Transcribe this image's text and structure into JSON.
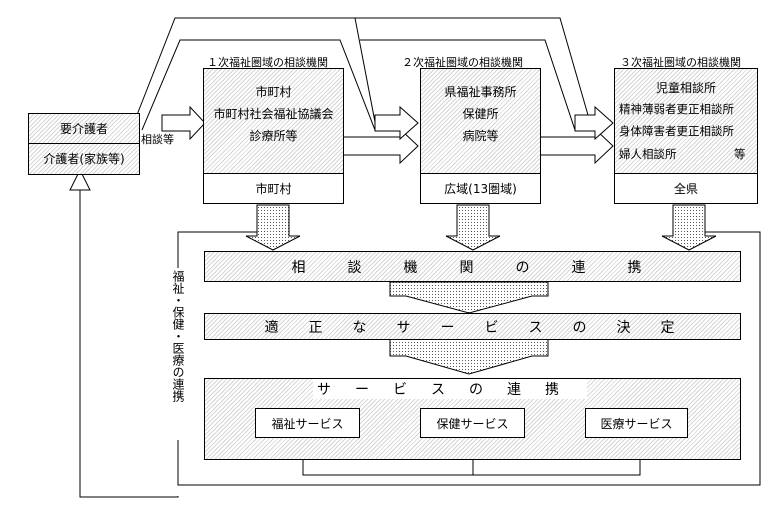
{
  "client": {
    "top": "要介護者",
    "bottom": "介護者(家族等)"
  },
  "consult_label": "相談等",
  "tiers": [
    {
      "header": "１次福祉圏域の相談機関",
      "lines": [
        "市町村",
        "市町村社会福祉協議会",
        "診療所等"
      ],
      "scope": "市町村"
    },
    {
      "header": "２次福祉圏域の相談機関",
      "lines": [
        "県福祉事務所",
        "保健所",
        "病院等"
      ],
      "scope": "広域(13圏域)"
    },
    {
      "header": "３次福祉圏域の相談機関",
      "lines": [
        "児童相談所",
        "精神薄弱者更正相談所",
        "身体障害者更正相談所",
        "婦人相談所　　　　　等"
      ],
      "scope": "全県"
    }
  ],
  "side_label": "福祉・保健・医療の連携",
  "bands": {
    "coordination": "相談機関の連携",
    "decision": "適正なサービスの決定",
    "service_coop": "サービスの連携"
  },
  "services": [
    "福祉サービス",
    "保健サービス",
    "医療サービス"
  ]
}
